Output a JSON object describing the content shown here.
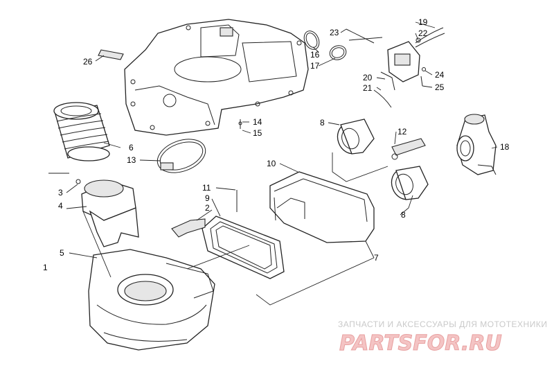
{
  "callouts": {
    "c1": "1",
    "c2": "2",
    "c3": "3",
    "c4": "4",
    "c5": "5",
    "c6": "6",
    "c7": "7",
    "c8a": "8",
    "c8b": "8",
    "c9": "9",
    "c10": "10",
    "c11": "11",
    "c12": "12",
    "c13": "13",
    "c14": "14",
    "c15": "15",
    "c16": "16",
    "c17": "17",
    "c18": "18",
    "c19": "19",
    "c20": "20",
    "c21": "21",
    "c22": "22",
    "c23": "23",
    "c24": "24",
    "c25": "25",
    "c26": "26"
  },
  "watermark": {
    "tagline": "ЗАПЧАСТИ И АКСЕССУАРЫ ДЛЯ МОТОТЕХНИКИ",
    "brand": "PARTSFOR.RU"
  }
}
